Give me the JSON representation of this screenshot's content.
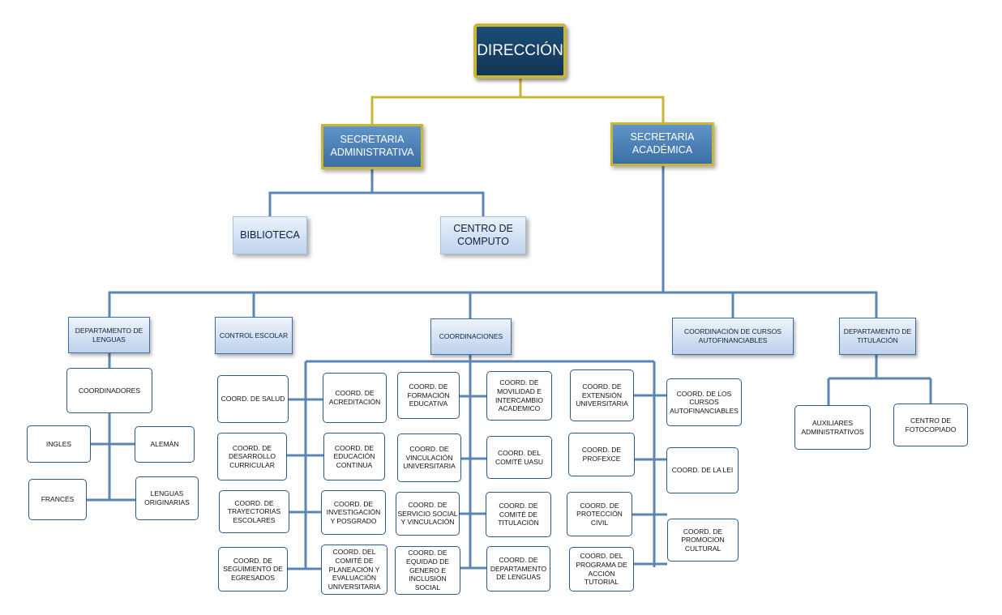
{
  "direccion": "DIRECCIÓN",
  "secretarias": {
    "administrativa": "SECRETARIA\nADMINISTRATIVA",
    "academica": "SECRETARIA\nACADÉMICA"
  },
  "admin_units": {
    "biblioteca": "BIBLIOTECA",
    "centro_computo": "CENTRO DE\nCOMPUTO"
  },
  "departments": {
    "lenguas": "DEPARTAMENTO DE\nLENGUAS",
    "control_escolar": "CONTROL ESCOLAR",
    "coordinaciones": "COORDINACIONES",
    "cursos_autofinanciables": "COORDINACIÓN DE CURSOS\nAUTOFINANCIABLES",
    "titulacion": "DEPARTAMENTO DE\nTITULACIÓN"
  },
  "lenguas": {
    "coordinadores": "COORDINADORES",
    "ingles": "INGLES",
    "aleman": "ALEMÁN",
    "frances": "FRANCÉS",
    "originarias": "LENGUAS\nORIGINARIAS"
  },
  "coordinaciones_cols": [
    [
      "COORD. DE SALUD",
      "COORD. DE\nDESARROLLO\nCURRICULAR",
      "COORD. DE\nTRAYECTORIAS\nESCOLARES",
      "COORD. DE\nSEGUIMIENTO DE\nEGRESADOS"
    ],
    [
      "COORD. DE\nACREDITACIÓN",
      "COORD. DE\nEDUCACIÓN\nCONTINUA",
      "COORD. DE\nINVESTIGACIÓN\nY POSGRADO",
      "COORD. DEL\nCOMITÉ DE\nPLANEACIÓN Y\nEVALUACIÓN\nUNIVERSITARIA"
    ],
    [
      "COORD. DE\nFORMACIÓN\nEDUCATIVA",
      "COORD. DE\nVINCULACIÓN\nUNIVERSITARIA",
      "COORD. DE\nSERVICIO SOCIAL\nY VINCULACIÓN",
      "COORD. DE\nEQUIDAD DE\nGENERO E\nINCLUSIÓN\nSOCIAL"
    ],
    [
      "COORD. DE\nMOVILIDAD E\nINTERCAMBIO\nACADEMICO",
      "COORD. DEL\nCOMITÉ UASU",
      "COORD. DE\nCOMITÉ DE\nTITULACIÓN",
      "COORD. DE\nDEPARTAMENTO\nDE LENGUAS"
    ],
    [
      "COORD. DE\nEXTENSIÓN\nUNIVERSITARIA",
      "COORD. DE\nPROFEXCE",
      "COORD. DE\nPROTECCIÓN\nCIVIL",
      "COORD. DEL\nPROGRAMA DE\nACCIÓN\nTUTORIAL"
    ],
    [
      "COORD. DE LOS\nCURSOS\nAUTOFINANCIABLES",
      "COORD. DE LA LEI",
      "COORD. DE\nPROMOCION\nCULTURAL"
    ]
  ],
  "titulacion_units": {
    "auxiliares": "AUXILIARES\nADMINISTRATIVOS",
    "fotocopiado": "CENTRO DE\nFOTOCOPIADO"
  },
  "colors": {
    "dark_box": "#1b4d7a",
    "secretaria_box": "#4a7fb5",
    "gold_border": "#c9b536",
    "connector_blue": "#5b86b4",
    "light_box": "#dbe7f6"
  }
}
